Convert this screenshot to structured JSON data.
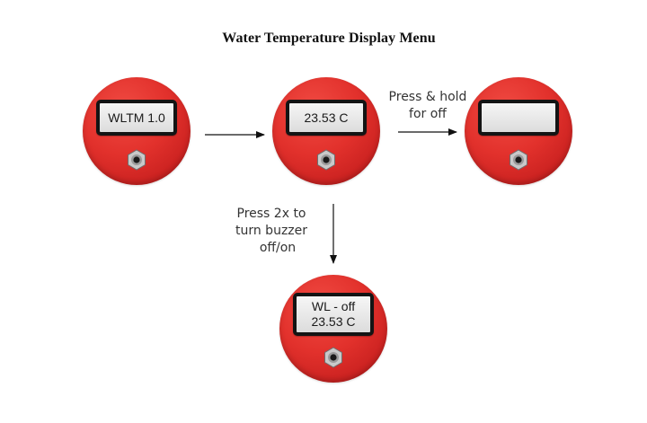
{
  "title": "Water Temperature Display Menu",
  "devices": [
    {
      "name": "start",
      "display_lines": [
        "WLTM 1.0"
      ]
    },
    {
      "name": "temperature",
      "display_lines": [
        "23.53 C"
      ]
    },
    {
      "name": "off",
      "display_lines": []
    },
    {
      "name": "buzzer",
      "display_lines": [
        "WL - off",
        "23.53 C"
      ]
    }
  ],
  "transitions": {
    "hold": {
      "lines": [
        "Press & hold",
        "for off"
      ]
    },
    "double_press": {
      "lines": [
        "Press 2x to",
        "turn buzzer",
        "off/on"
      ]
    }
  },
  "colors": {
    "device_body": "#e2312c",
    "display_bezel": "#141414",
    "display_face": "#eeeeee",
    "arrow": "#111111"
  },
  "icons": {
    "button": "hex-nut-button-icon",
    "arrow": "arrow-right-icon"
  }
}
